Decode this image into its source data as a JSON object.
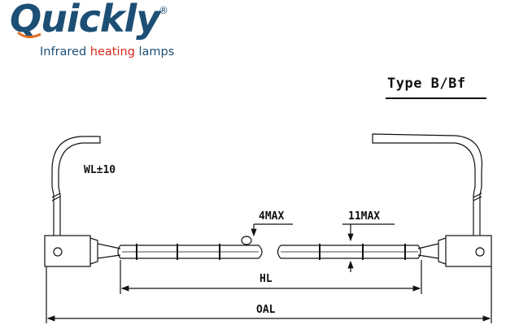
{
  "logo": {
    "brand_first": "Q",
    "brand_rest": "uickly",
    "registered": "®",
    "tagline_before": "Infrared ",
    "tagline_highlight": "heating",
    "tagline_after": " lamps",
    "brand_color": "#1d4f75",
    "accent_color": "#d6281b"
  },
  "type_label": "Type B/Bf",
  "dimensions": {
    "wl": "WL±10",
    "max_4": "4MAX",
    "max_11": "11MAX",
    "hl": "HL",
    "oal": "OAL"
  }
}
